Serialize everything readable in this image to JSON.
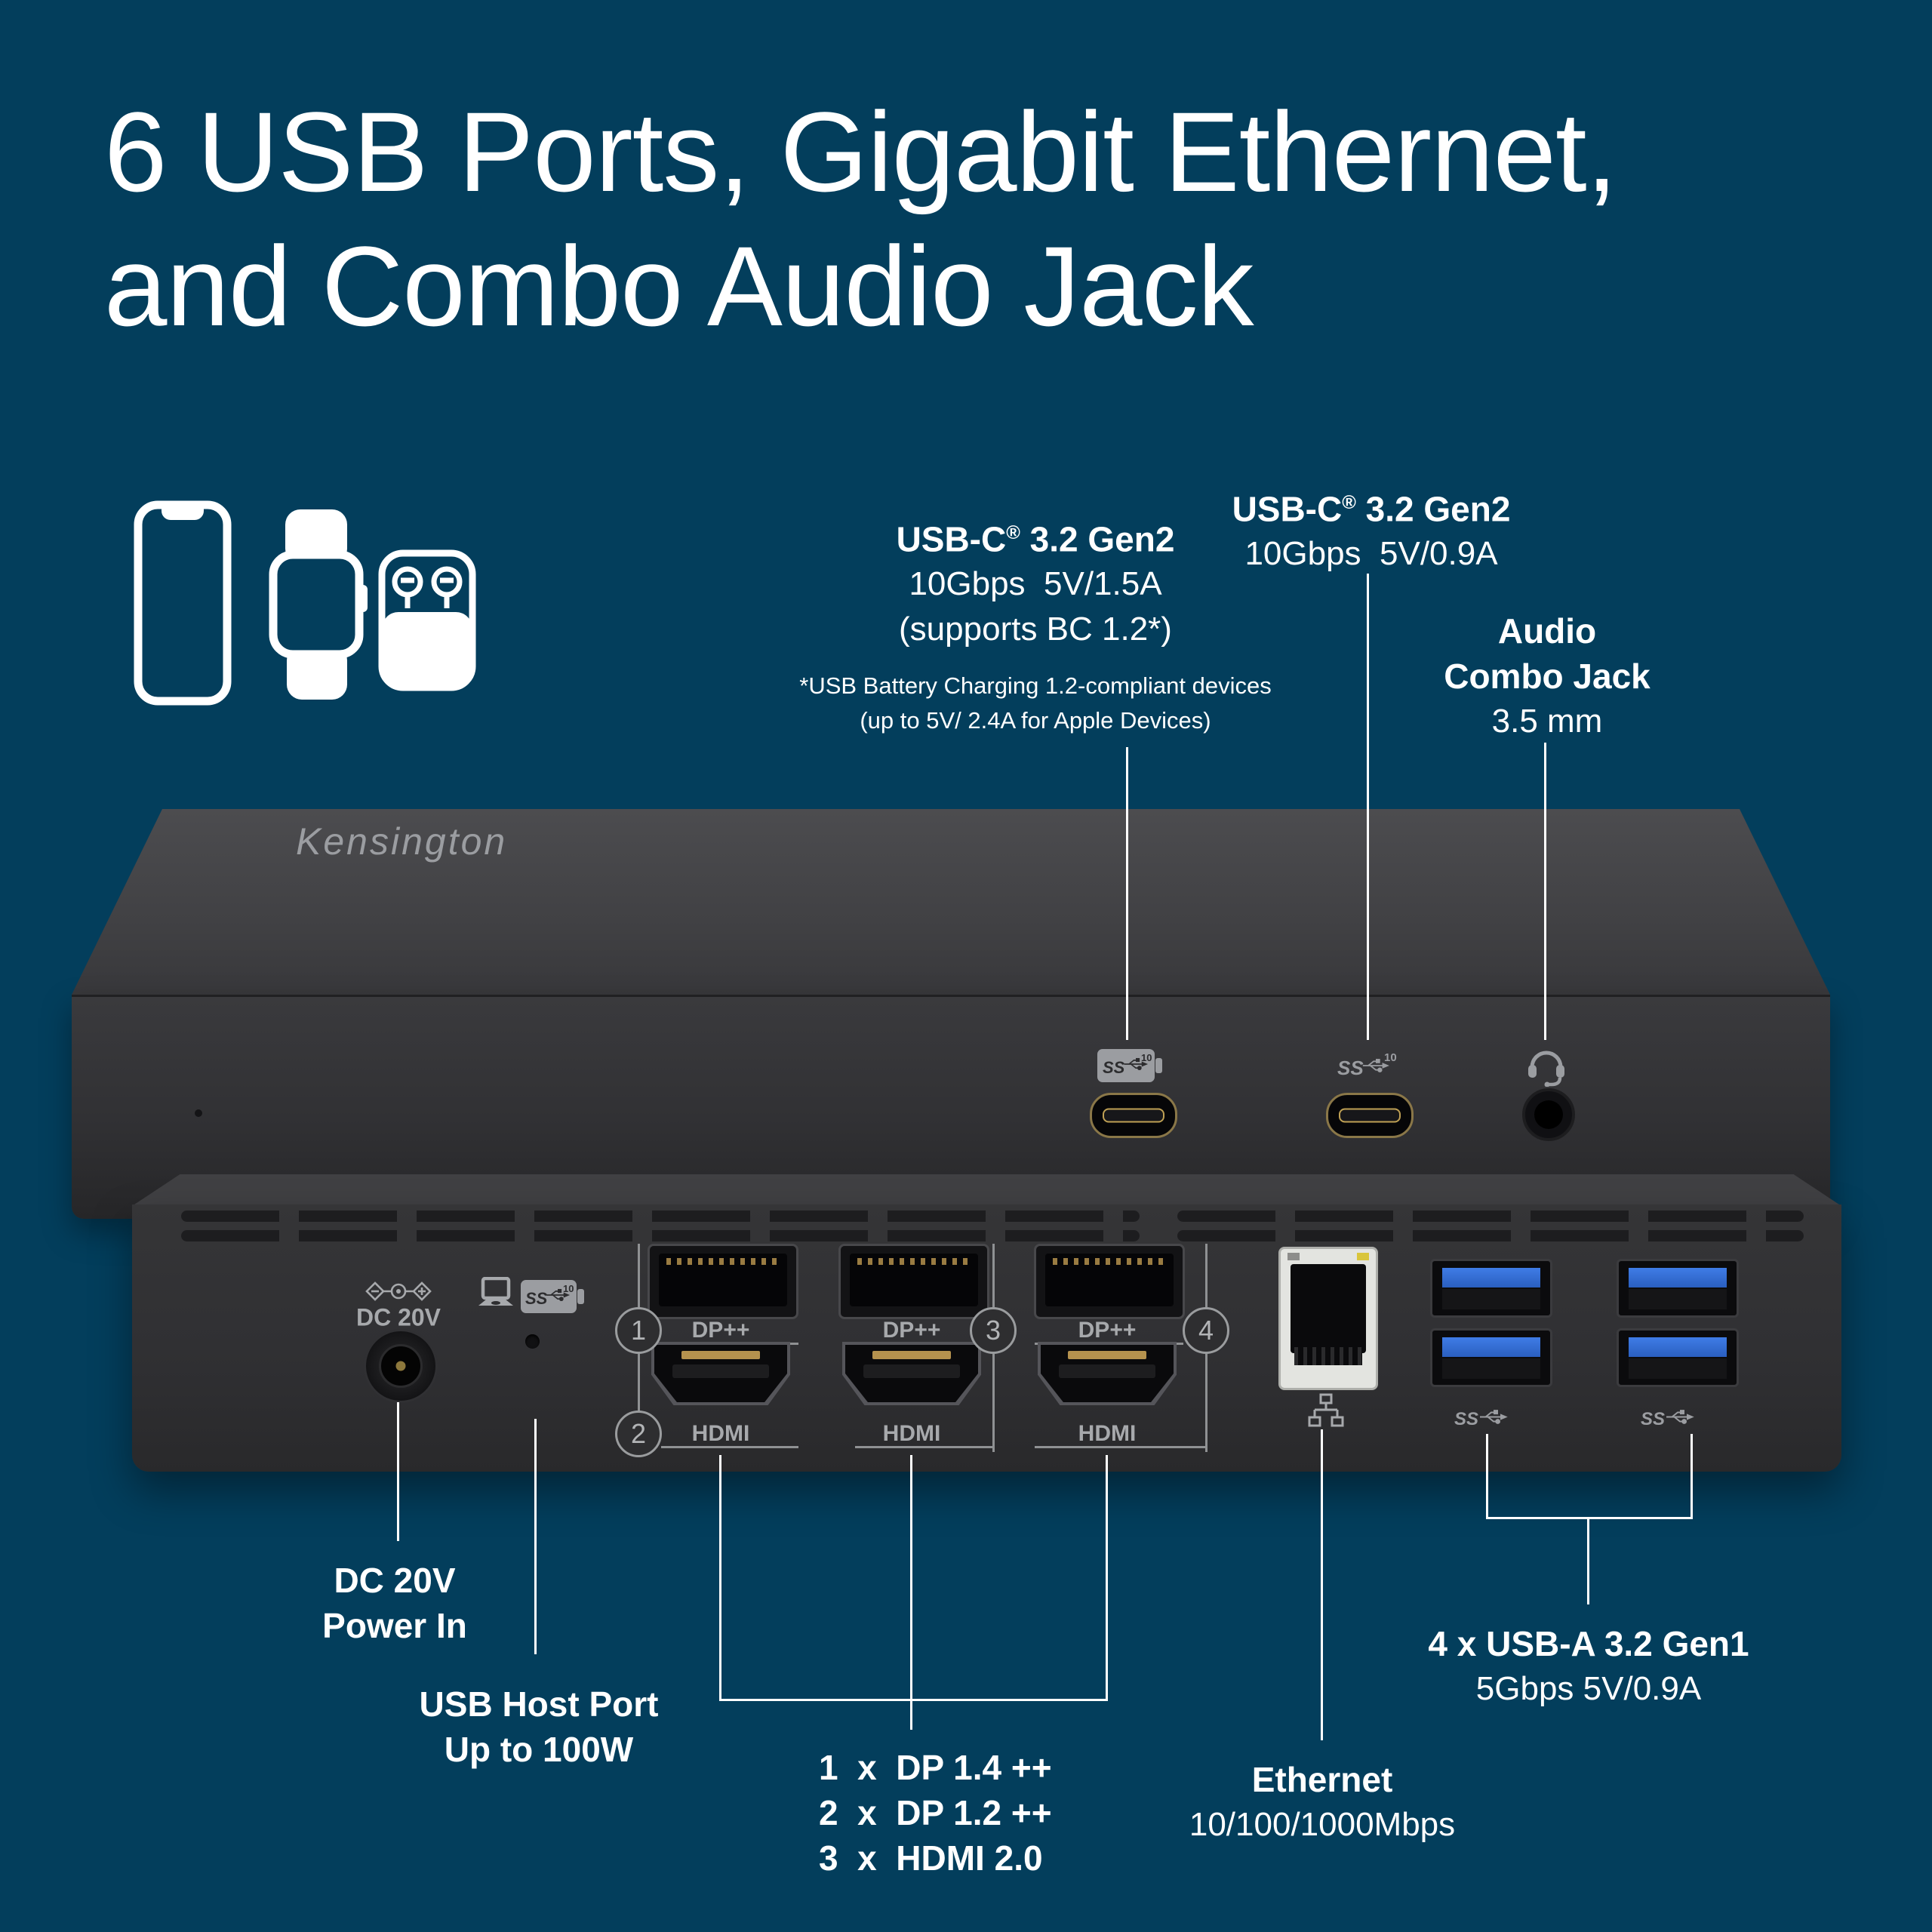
{
  "colors": {
    "background": "#033e5c",
    "text": "#ffffff",
    "device_label_gray": "#a7a9ac",
    "usb_port_blue": "#2e6ad4",
    "device_body_dark": "#303033",
    "gold_contact": "#b5924e"
  },
  "title": {
    "line1": "6 USB Ports, Gigabit Ethernet,",
    "line2": "and Combo Audio Jack"
  },
  "brand": {
    "logo": "Kensington"
  },
  "front_callouts": {
    "usbc1": {
      "name": "USB-C",
      "reg": "®",
      "rest": " 3.2 Gen2",
      "speed": "10Gbps  5V/1.5A",
      "note": "(supports BC 1.2*)",
      "foot1": "*USB Battery Charging 1.2-compliant devices",
      "foot2": "(up to 5V/ 2.4A for Apple Devices)"
    },
    "usbc2": {
      "name": "USB-C",
      "reg": "®",
      "rest": " 3.2 Gen2",
      "speed": "10Gbps  5V/0.9A"
    },
    "audio": {
      "l1": "Audio",
      "l2": "Combo Jack",
      "l3": "3.5 mm"
    }
  },
  "back_callouts": {
    "dc": {
      "l1": "DC 20V",
      "l2": "Power In"
    },
    "host": {
      "l1": "USB Host Port",
      "l2": "Up to 100W"
    },
    "video": {
      "l1": "1  x  DP 1.4 ++",
      "l2": "2  x  DP 1.2 ++",
      "l3": "3  x  HDMI 2.0"
    },
    "ethernet": {
      "l1": "Ethernet",
      "l2": "10/100/1000Mbps"
    },
    "usba": {
      "l1": "4 x USB-A 3.2 Gen1",
      "l2": "5Gbps 5V/0.9A"
    }
  },
  "device_labels": {
    "dc": "DC 20V",
    "dp": "DP++",
    "hdmi": "HDMI",
    "n1": "1",
    "n2": "2",
    "n3": "3",
    "n4": "4",
    "ss": "SS",
    "ss_sup": "10"
  },
  "icons": {
    "device_row": [
      "smartphone-icon",
      "smartwatch-icon",
      "earbuds-case-icon"
    ],
    "front_panel": [
      "usb-battery-charging-icon",
      "usb-ss10-icon",
      "headset-icon"
    ],
    "back_panel": [
      "power-in-icon",
      "laptop-host-icon",
      "usb-battery-charging-icon",
      "network-icon",
      "usb-trident-icon"
    ]
  }
}
